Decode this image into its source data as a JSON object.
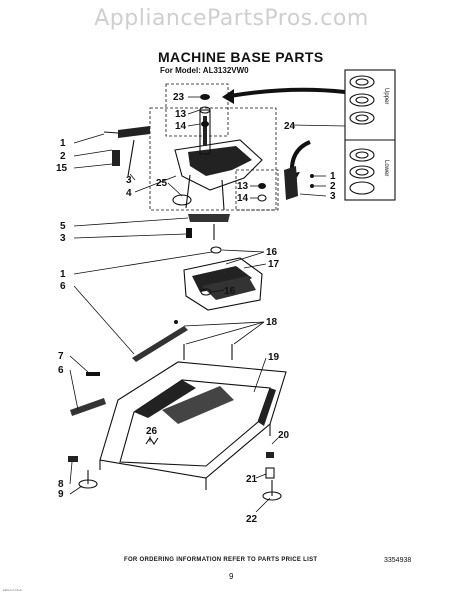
{
  "watermark": "AppliancePartsPros.com",
  "title": "MACHINE BASE PARTS",
  "subtitle": "For Model: AL3132VW0",
  "footer_note": "FOR ORDERING INFORMATION REFER TO PARTS PRICE LIST",
  "page_number": "9",
  "document_number": "3354938",
  "tiny_print": "Litho in U.S.A.",
  "inset": {
    "upper_label": "Upper",
    "lower_label": "Lower"
  },
  "callouts": {
    "c1a": "1",
    "c2a": "2",
    "c15": "15",
    "c3a": "3",
    "c4": "4",
    "c25": "25",
    "c23": "23",
    "c13a": "13",
    "c14a": "14",
    "c24": "24",
    "c13b": "13",
    "c14b": "14",
    "c1b": "1",
    "c2b": "2",
    "c3b": "3",
    "c5": "5",
    "c3c": "3",
    "c16a": "16",
    "c17": "17",
    "c16b": "16",
    "c1c": "1",
    "c6a": "6",
    "c18": "18",
    "c19": "19",
    "c7": "7",
    "c6b": "6",
    "c26": "26",
    "c20": "20",
    "c8": "8",
    "c9": "9",
    "c21": "21",
    "c22": "22"
  }
}
